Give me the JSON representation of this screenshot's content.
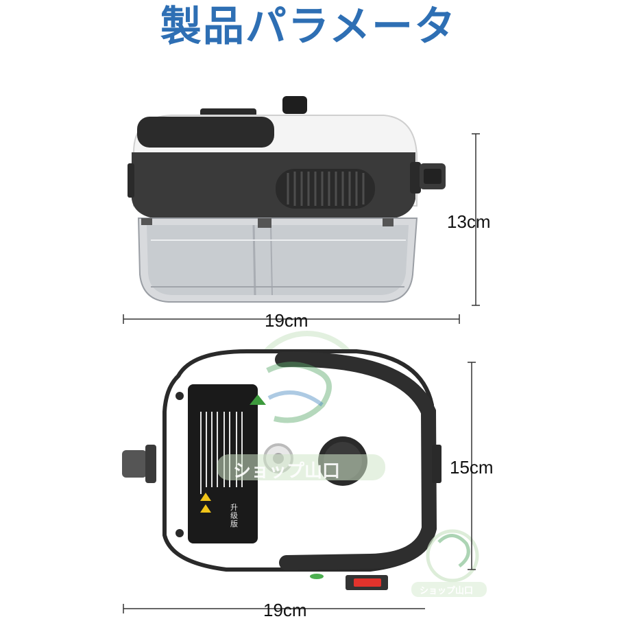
{
  "title": "製品パラメータ",
  "dimensions": {
    "side_view": {
      "height": "13cm",
      "width": "19cm"
    },
    "top_view": {
      "depth": "15cm",
      "width": "19cm"
    }
  },
  "label_panel": {
    "grade_text": "升级版"
  },
  "watermark": {
    "shop_name": "ショップ山口",
    "small_shop_name": "ショップ山口"
  }
}
